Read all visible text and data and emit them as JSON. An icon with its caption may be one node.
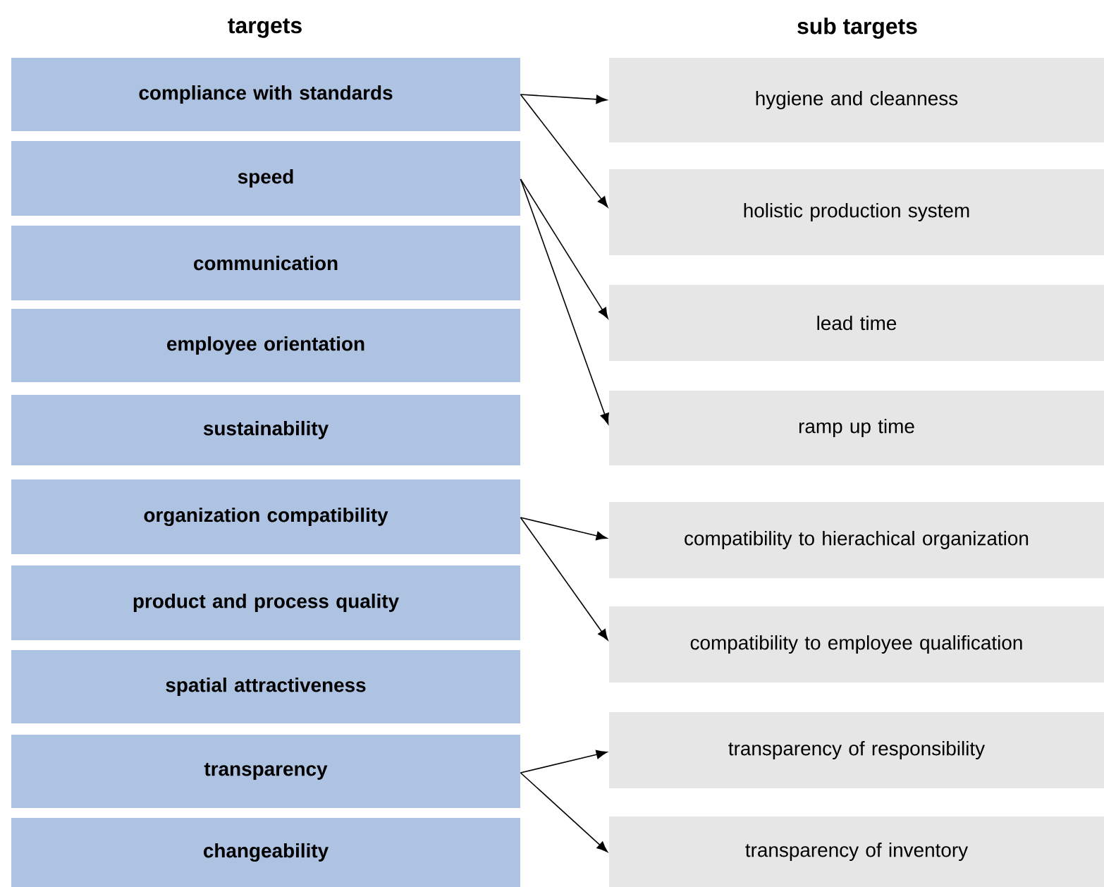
{
  "diagram": {
    "nodes": [
      {
        "text": [
          "compliance with standards"
        ]
      },
      {
        "text": [
          "speed"
        ]
      },
      {
        "text": [
          "communication"
        ]
      },
      {
        "text": [
          "employee orientation"
        ]
      },
      {
        "text": [
          "sustainability"
        ]
      },
      {
        "text": [
          "organization compatibility"
        ]
      },
      {
        "text": [
          "product and process quality"
        ]
      },
      {
        "text": [
          "spatial attractiveness"
        ]
      },
      {
        "text": [
          "transparency"
        ]
      },
      {
        "text": [
          "changeability"
        ]
      },
      {
        "text": [
          "hygiene and cleanness"
        ]
      },
      {
        "text": [
          "holistic production system"
        ]
      },
      {
        "text": [
          "lead time"
        ]
      },
      {
        "text": [
          "ramp up time"
        ]
      },
      {
        "text": [
          "compatibility to hierachical organization"
        ]
      },
      {
        "text": [
          "compatibility to employee qualification"
        ]
      },
      {
        "text": [
          "transparency of responsibility"
        ]
      },
      {
        "text": [
          "transparency of inventory"
        ]
      }
    ],
    "edges": [
      {
        "from": 0,
        "to": 10,
        "arrow": "to"
      },
      {
        "from": 0,
        "to": 11,
        "arrow": "to"
      },
      {
        "from": 1,
        "to": 12,
        "arrow": "to"
      },
      {
        "from": 1,
        "to": 13,
        "arrow": "to"
      },
      {
        "from": 5,
        "to": 14,
        "arrow": "to"
      },
      {
        "from": 5,
        "to": 15,
        "arrow": "to"
      },
      {
        "from": 8,
        "to": 16,
        "arrow": "to"
      },
      {
        "from": 8,
        "to": 17,
        "arrow": "to"
      }
    ],
    "labels": [
      "targets",
      "sub targets"
    ]
  }
}
